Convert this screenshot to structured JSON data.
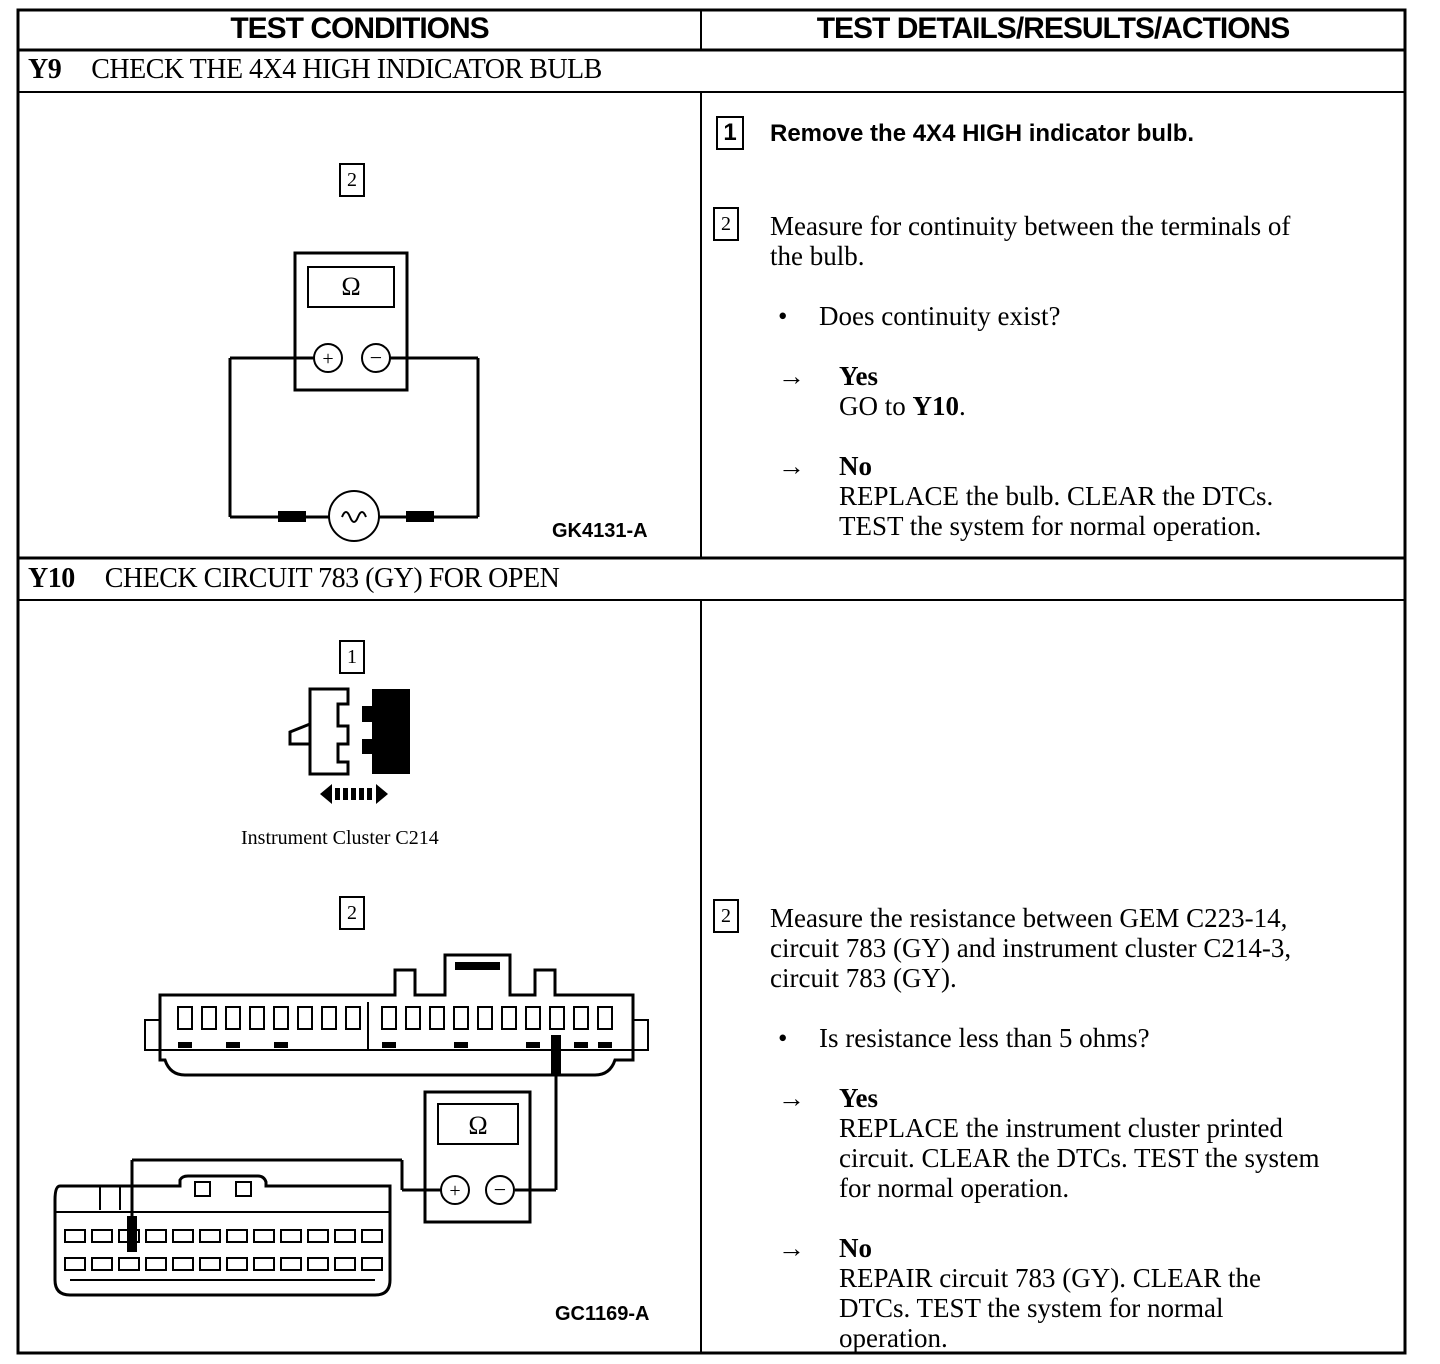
{
  "header": {
    "left": "TEST CONDITIONS",
    "right": "TEST DETAILS/RESULTS/ACTIONS"
  },
  "y9": {
    "id": "Y9",
    "title": "CHECK THE 4X4 HIGH INDICATOR BULB",
    "figure_step": "2",
    "meter_symbol": "Ω",
    "figure_code": "GK4131-A",
    "step1": {
      "num": "1",
      "text": "Remove the 4X4 HIGH indicator bulb."
    },
    "step2": {
      "num": "2",
      "text_line1": "Measure for continuity between the terminals of",
      "text_line2": "the bulb.",
      "question": "Does continuity exist?",
      "bullet": "•",
      "arrow": "→",
      "yes_label": "Yes",
      "yes_action_prefix": "GO to ",
      "yes_action_target": "Y10",
      "yes_action_suffix": ".",
      "no_label": "No",
      "no_action_line1": "REPLACE the bulb. CLEAR the DTCs.",
      "no_action_line2": "TEST the system for normal operation."
    }
  },
  "y10": {
    "id": "Y10",
    "title": "CHECK CIRCUIT 783 (GY) FOR OPEN",
    "figure_step1": "1",
    "connector_caption": "Instrument Cluster C214",
    "figure_step2": "2",
    "meter_symbol": "Ω",
    "figure_code": "GC1169-A",
    "step2": {
      "num": "2",
      "text_line1": "Measure the resistance between GEM C223-14,",
      "text_line2": "circuit 783 (GY) and instrument cluster C214-3,",
      "text_line3": "circuit 783 (GY).",
      "question": "Is resistance less than 5 ohms?",
      "bullet": "•",
      "arrow": "→",
      "yes_label": "Yes",
      "yes_action_line1": "REPLACE the instrument cluster printed",
      "yes_action_line2": "circuit. CLEAR the DTCs. TEST the system",
      "yes_action_line3": "for normal operation.",
      "no_label": "No",
      "no_action_line1": "REPAIR circuit 783 (GY). CLEAR the",
      "no_action_line2": "DTCs. TEST the system for normal",
      "no_action_line3": "operation."
    }
  }
}
